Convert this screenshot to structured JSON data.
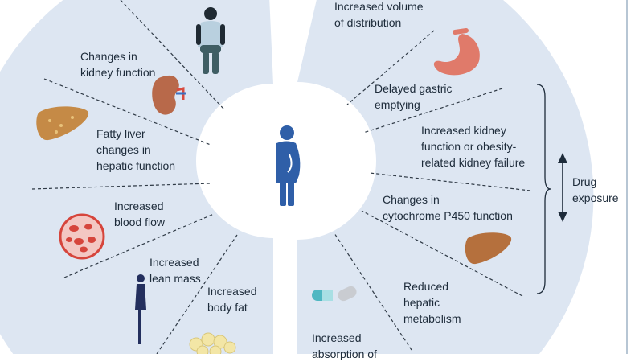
{
  "left_factors": {
    "kidney": "Changes in\nkidney function",
    "liver": "Fatty liver\nchanges in\nhepatic function",
    "blood": "Increased\nblood flow",
    "lean": "Increased\nlean mass",
    "fat": "Increased\nbody fat"
  },
  "right_factors": {
    "distribution": "Increased volume\nof distribution",
    "gastric": "Delayed gastric\nemptying",
    "kidney": "Increased kidney\nfunction or obesity-\nrelated kidney failure",
    "cyp": "Changes in\ncytochrome P450 function",
    "hepatic": "Reduced\nhepatic\nmetabolism",
    "absorption": "Increased\nabsorption of"
  },
  "side_label": "Drug\nexposure",
  "icons": [
    "person-silhouette-icon",
    "kidney-icon",
    "liver-icon",
    "blood-cells-icon",
    "lean-body-icon",
    "fat-cells-icon",
    "center-person-icon",
    "stomach-icon",
    "liver-icon",
    "capsule-icon",
    "double-arrow-icon"
  ],
  "colors": {
    "sector_fill": "#dde6f2",
    "divider": "#2f3a46",
    "person_blue": "#2f5fa8",
    "navy": "#232f5e",
    "liver": "#b5703d",
    "stomach": "#e07a6a",
    "blood": "#d6453c",
    "fat": "#f3e6a6"
  }
}
